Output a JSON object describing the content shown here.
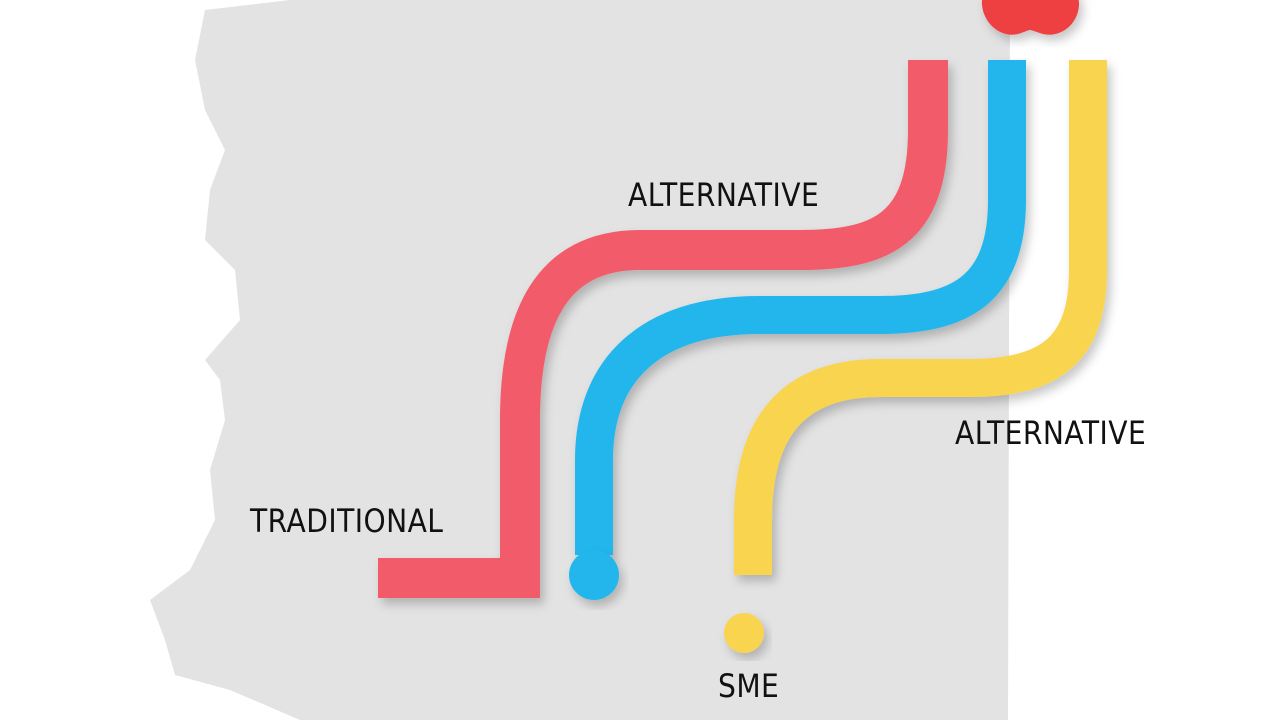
{
  "labels": {
    "alternative_top": "ALTERNATIVE",
    "alternative_right": "ALTERNATIVE",
    "traditional": "TRADITIONAL",
    "sme": "SME"
  },
  "colors": {
    "background": "#ffffff",
    "map": "#e3e3e3",
    "red": "#f25c6a",
    "blue": "#24b6ec",
    "yellow": "#f9d44f",
    "apple": "#ee3f3f",
    "text": "#111111"
  },
  "icons": {
    "apple": "apple-icon"
  }
}
